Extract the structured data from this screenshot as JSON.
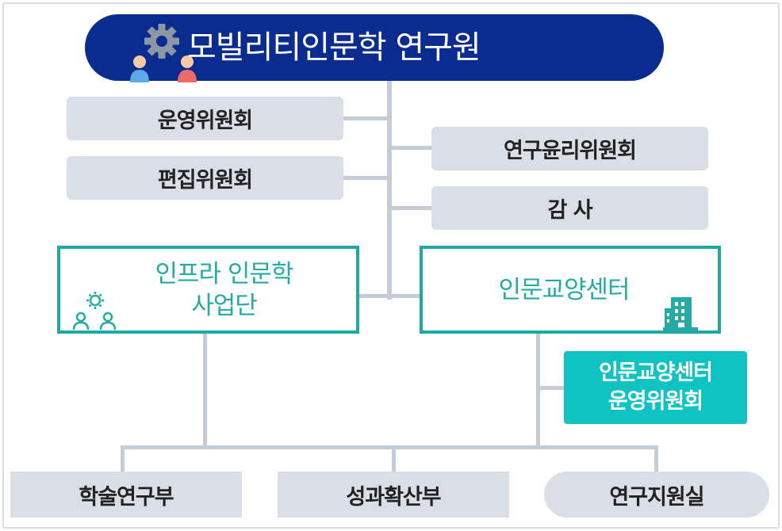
{
  "header": {
    "title": "모빌리티인문학 연구원"
  },
  "committees_left": [
    {
      "label": "운영위원회"
    },
    {
      "label": "편집위원회"
    }
  ],
  "committees_right": [
    {
      "label": "연구윤리위원회"
    },
    {
      "label": "감 사"
    }
  ],
  "divisions": {
    "infra": {
      "line1": "인프라 인문학",
      "line2": "사업단"
    },
    "center": {
      "label": "인문교양센터"
    }
  },
  "center_committee": {
    "line1": "인문교양센터",
    "line2": "운영위원회"
  },
  "departments": [
    {
      "label": "학술연구부"
    },
    {
      "label": "성과확산부"
    },
    {
      "label": "연구지원실"
    }
  ],
  "colors": {
    "header_bg": "#0a2c8f",
    "gray_box": "#d9dee7",
    "teal": "#20a9a3",
    "teal_fill": "#10c3c3",
    "connector": "#c6ccd7"
  }
}
